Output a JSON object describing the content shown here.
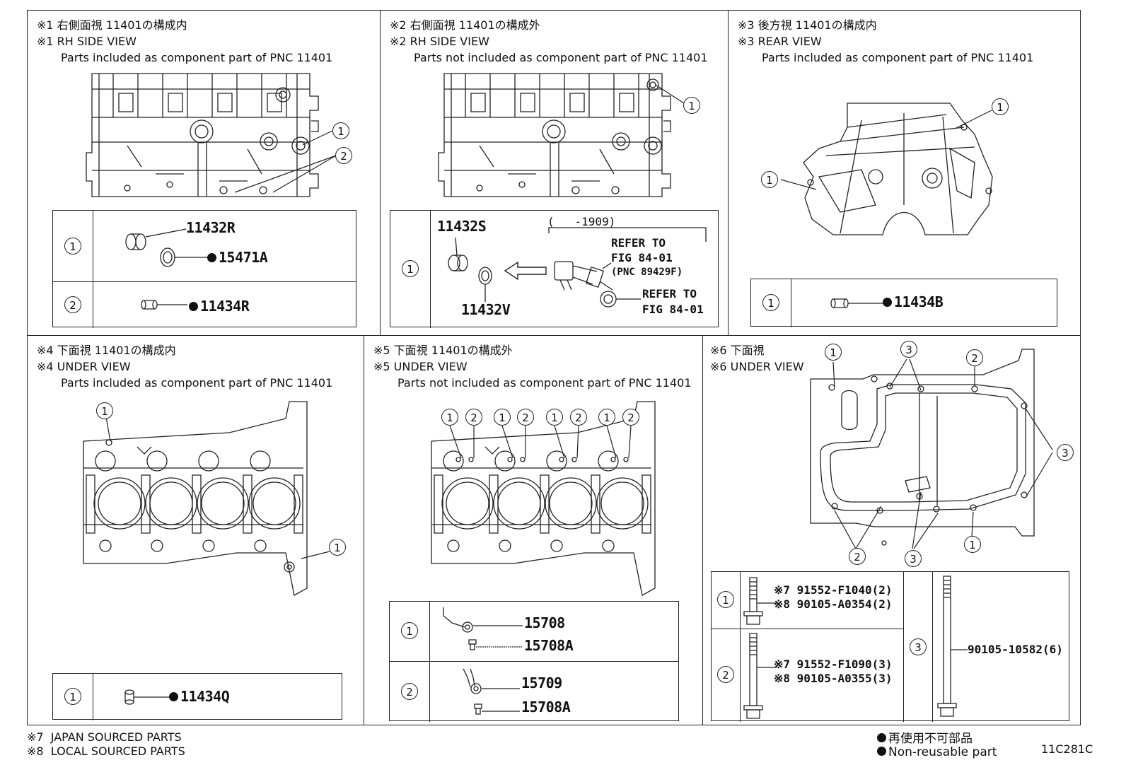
{
  "panels": {
    "p1": {
      "l1": "※1 右側面視 11401の構成内",
      "l2": "※1 RH SIDE VIEW",
      "l3": "Parts included as component part of PNC 11401"
    },
    "p2": {
      "l1": "※2 右側面視 11401の構成外",
      "l2": "※2 RH SIDE VIEW",
      "l3": "Parts not included as component part of PNC 11401"
    },
    "p3": {
      "l1": "※3 後方視 11401の構成内",
      "l2": "※3 REAR VIEW",
      "l3": "Parts included as component part of PNC 11401"
    },
    "p4": {
      "l1": "※4 下面視 11401の構成内",
      "l2": "※4 UNDER VIEW",
      "l3": "Parts included as component part of PNC 11401"
    },
    "p5": {
      "l1": "※5 下面視 11401の構成外",
      "l2": "※5 UNDER VIEW",
      "l3": "Parts not included as component part of PNC 11401"
    },
    "p6": {
      "l1": "※6 下面視",
      "l2": "※6 UNDER VIEW"
    }
  },
  "callouts": {
    "c1": "1",
    "c2": "2",
    "c3": "3"
  },
  "parts": {
    "p1_11432R": "11432R",
    "p1_15471A": "15471A",
    "p1_11434R": "11434R",
    "p2_11432S": "11432S",
    "p2_11432V": "11432V",
    "p2_range": "(   -1909)",
    "p2_refer1a": "REFER TO",
    "p2_refer1b": "FIG 84-01",
    "p2_refer1c": "(PNC 89429F)",
    "p2_refer2a": "REFER TO",
    "p2_refer2b": "FIG 84-01",
    "p3_11434B": "11434B",
    "p4_11434Q": "11434Q",
    "p5_15708": "15708",
    "p5_15708A_1": "15708A",
    "p5_15709": "15709",
    "p5_15708A_2": "15708A",
    "p6_r1a": "※7 91552-F1040(2)",
    "p6_r1b": "※8 90105-A0354(2)",
    "p6_r2a": "※7 91552-F1090(3)",
    "p6_r2b": "※8 90105-A0355(3)",
    "p6_r3": "90105-10582(6)"
  },
  "footer": {
    "note7": "※7  JAPAN SOURCED PARTS",
    "note8": "※8  LOCAL SOURCED PARTS",
    "nonreuse_jp": "再使用不可部品",
    "nonreuse_en": "Non-reusable part",
    "code": "11C281C"
  }
}
